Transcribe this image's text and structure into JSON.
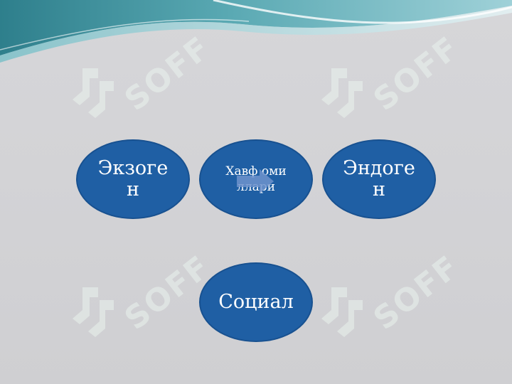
{
  "slide": {
    "nodes": {
      "left": {
        "label": "Экзоген"
      },
      "center": {
        "label": "Хавф омиллари"
      },
      "right": {
        "label": "Эндоген"
      },
      "bottom": {
        "label": "Социал"
      }
    },
    "watermark": {
      "text": "SOFF"
    }
  },
  "colors": {
    "background": "#d3d3d6",
    "node_fill": "#1f5fa4",
    "node_text": "#ffffff",
    "arrow": "#6f93cc",
    "wave_dark": "#3f8f9a",
    "wave_light": "#a6d4d9",
    "watermark": "#eaf3ee"
  },
  "icons": {
    "arrow": "right-arrow-icon",
    "watermark_logo": "soff-logo-icon"
  }
}
